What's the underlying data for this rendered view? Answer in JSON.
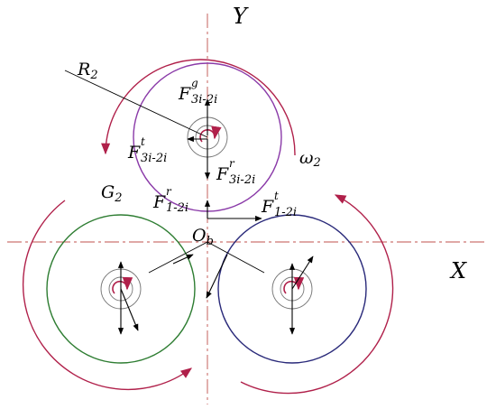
{
  "labels": {
    "axis_y": "Y",
    "axis_x": "X",
    "radius": {
      "main": "R",
      "sub": "2"
    },
    "omega": {
      "main": "ω",
      "sub": "2"
    },
    "gear": {
      "main": "G",
      "sub": "2"
    },
    "origin": {
      "main": "O",
      "sub": "b"
    },
    "f3_g": {
      "main": "F",
      "sup": "g",
      "sub": "3i-2i"
    },
    "f3_t": {
      "main": "F",
      "sup": "t",
      "sub": "3i-2i"
    },
    "f3_r": {
      "main": "F",
      "sup": "r",
      "sub": "3i-2i"
    },
    "f1_r": {
      "main": "F",
      "sup": "r",
      "sub": "1-2i"
    },
    "f1_t": {
      "main": "F",
      "sup": "t",
      "sub": "1-2i"
    }
  },
  "colors": {
    "top_gear": "#8a3aa8",
    "left_gear": "#2e7d32",
    "right_gear": "#2a2a7a",
    "rotation_arrows": "#b0204a",
    "axes": "#c0504d",
    "lines": "#000000",
    "hub": "#666666"
  }
}
